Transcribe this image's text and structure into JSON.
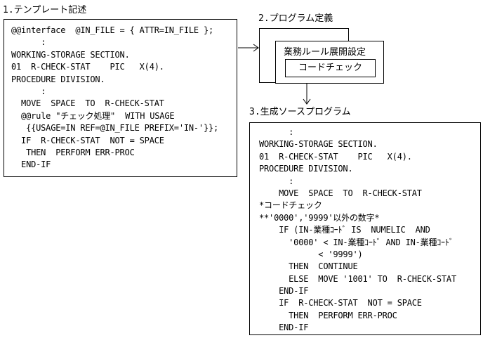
{
  "template_section": {
    "label": "1.テンプレート記述",
    "lines": [
      "@@interface  @IN_FILE = { ATTR=IN_FILE };",
      "      :",
      "WORKING-STORAGE SECTION.",
      "01  R-CHECK-STAT    PIC   X(4).",
      "PROCEDURE DIVISION.",
      "      :",
      "  MOVE  SPACE  TO  R-CHECK-STAT",
      "  @@rule \"チェック処理\"  WITH USAGE",
      "   {{USAGE=IN REF=@IN_FILE PREFIX='IN-'}};",
      "  IF  R-CHECK-STAT  NOT = SPACE",
      "   THEN  PERFORM ERR-PROC",
      "  END-IF"
    ]
  },
  "program_definition": {
    "label": "2.プログラム定義",
    "rule_title": "業務ルール展開設定",
    "code_check": "コードチェック"
  },
  "generated_source": {
    "label": "3.生成ソースプログラム",
    "lines": [
      "      :",
      "WORKING-STORAGE SECTION.",
      "01  R-CHECK-STAT    PIC   X(4).",
      "PROCEDURE DIVISION.",
      "      :",
      "    MOVE  SPACE  TO  R-CHECK-STAT",
      "*コードチェック",
      "**'0000','9999'以外の数字*",
      "    IF (IN-業種ｺｰﾄﾞ IS  NUMELIC  AND",
      "      '0000' < IN-業種ｺｰﾄﾞ AND IN-業種ｺｰﾄﾞ",
      "            < '9999')",
      "      THEN  CONTINUE",
      "      ELSE  MOVE '1001' TO  R-CHECK-STAT",
      "    END-IF",
      "    IF  R-CHECK-STAT  NOT = SPACE",
      "      THEN  PERFORM ERR-PROC",
      "    END-IF"
    ]
  }
}
